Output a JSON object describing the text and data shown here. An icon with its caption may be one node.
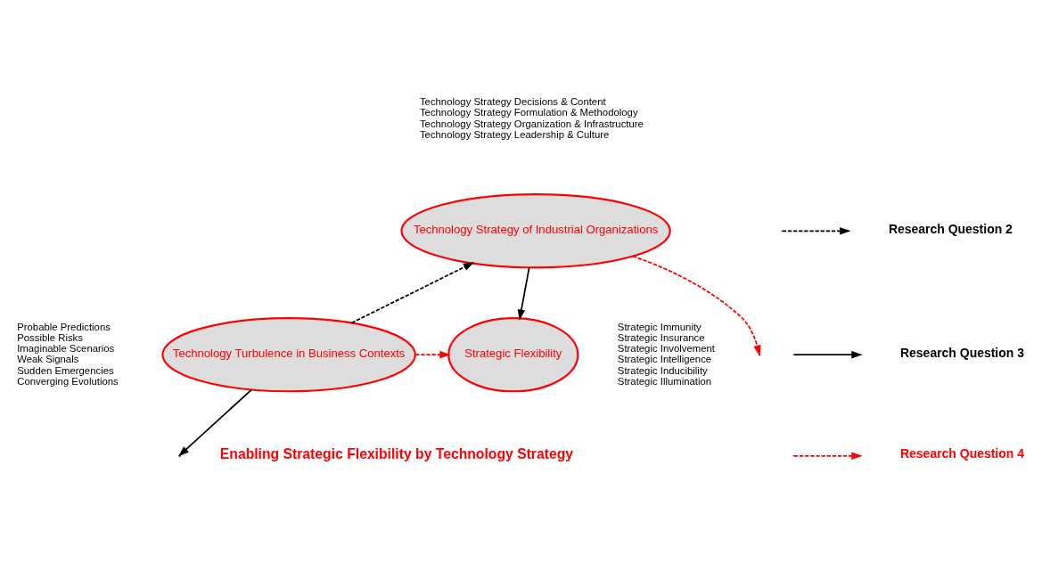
{
  "diagram": {
    "nodes": [
      {
        "text": [
          "Technology Strategy of Industrial Organizations"
        ],
        "beside": [
          "Technology Strategy Decisions & Content",
          "Technology Strategy Formulation & Methodology",
          "Technology Strategy Organization & Infrastructure",
          "Technology Strategy Leadership & Culture"
        ]
      },
      {
        "text": [
          "Technology Turbulence in Business Contexts"
        ],
        "beside": [
          "Probable Predictions",
          "Possible Risks",
          "Imaginable Scenarios",
          "Weak Signals",
          "Sudden Emergencies",
          "Converging Evolutions"
        ]
      },
      {
        "text": [
          "Strategic Flexibility"
        ],
        "beside": [
          "Strategic Immunity",
          "Strategic Insurance",
          "Strategic Involvement",
          "Strategic Intelligence",
          "Strategic Inducibility",
          "Strategic Illumination"
        ]
      }
    ],
    "edges": [
      {
        "from": 1,
        "to": 0,
        "arrow": "to",
        "style": "dashed"
      },
      {
        "from": 0,
        "to": 2,
        "arrow": "to"
      },
      {
        "from": 1,
        "to": null,
        "arrow": "to"
      },
      {
        "from": 0,
        "to": null,
        "arrow": "to",
        "style": "dashed",
        "color": "#ff0000"
      },
      {
        "from": 1,
        "to": 2,
        "arrow": "to",
        "style": "dashed",
        "color": "#ff0000"
      }
    ],
    "labels": [
      "Enabling Strategic Flexibility by Technology Strategy"
    ],
    "legend": [
      {
        "text": "Research Question 2"
      },
      {
        "text": "Research Question 3"
      },
      {
        "text": "Research Question 4"
      }
    ]
  }
}
